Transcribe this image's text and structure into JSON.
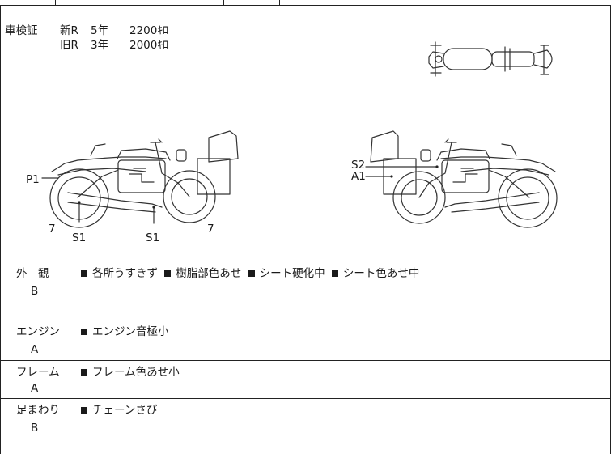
{
  "inspection": {
    "label": "車検証",
    "new": {
      "plate": "新R",
      "years": "5年",
      "cc": "2200ｷﾛ"
    },
    "old": {
      "plate": "旧R",
      "years": "3年",
      "cc": "2000ｷﾛ"
    }
  },
  "diagram": {
    "left_marks": {
      "p1": "P1",
      "s1a": "S1",
      "s1b": "S1",
      "seven_a": "7",
      "seven_b": "7"
    },
    "right_marks": {
      "s2": "S2",
      "a1": "A1"
    }
  },
  "conditions": [
    {
      "category": "外　観",
      "grade": "B",
      "items": [
        "各所うすきず",
        "樹脂部色あせ",
        "シート硬化中",
        "シート色あせ中"
      ]
    },
    {
      "category": "エンジン",
      "grade": "A",
      "items": [
        "エンジン音極小"
      ]
    },
    {
      "category": "フレーム",
      "grade": "A",
      "items": [
        "フレーム色あせ小"
      ]
    },
    {
      "category": "足まわり",
      "grade": "B",
      "items": [
        "チェーンさび"
      ]
    }
  ],
  "colors": {
    "line": "#222222",
    "text": "#1a1a1a"
  }
}
